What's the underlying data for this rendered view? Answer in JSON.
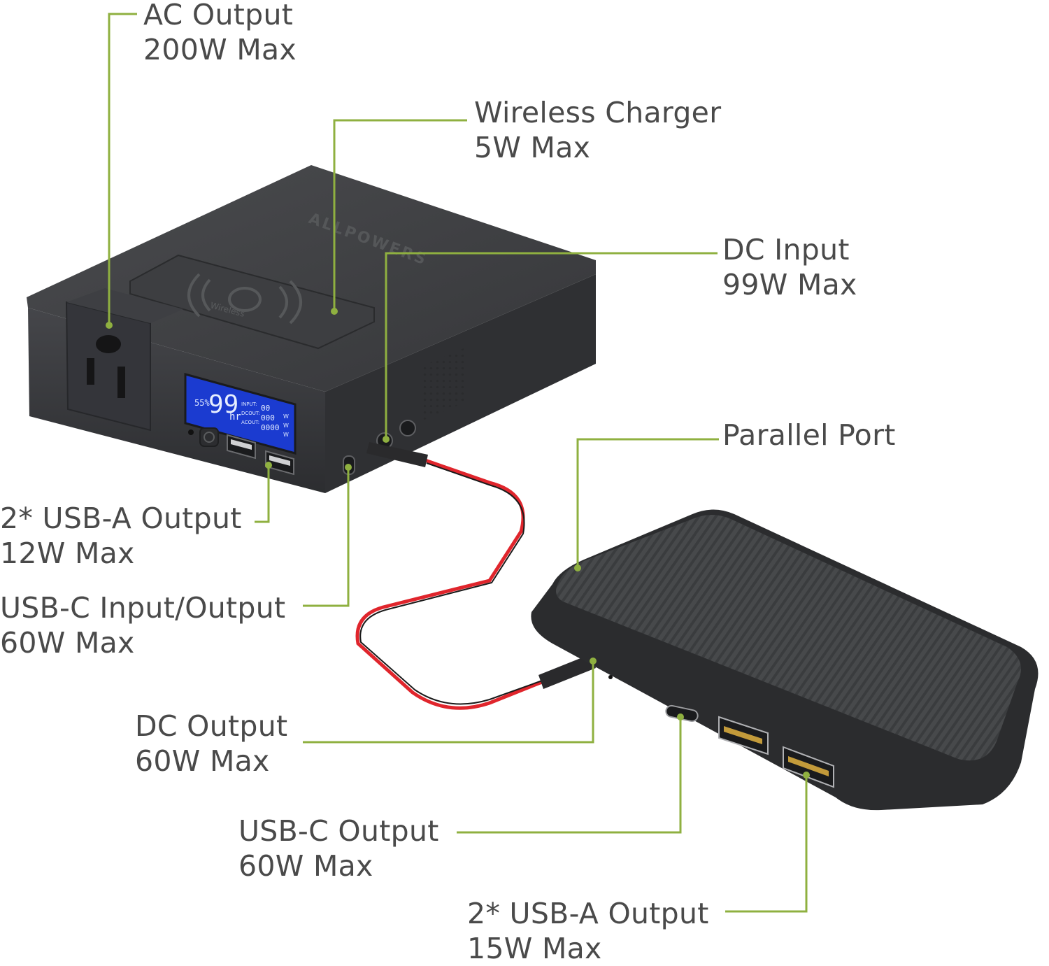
{
  "callouts": {
    "ac_output": {
      "name": "AC Output",
      "spec": "200W Max"
    },
    "wireless_charger": {
      "name": "Wireless Charger",
      "spec": "5W Max"
    },
    "dc_input": {
      "name": "DC Input",
      "spec": "99W Max"
    },
    "parallel_port": {
      "name": "Parallel Port"
    },
    "usb_a_output_main": {
      "name": "2* USB-A Output",
      "spec": "12W Max"
    },
    "usb_c_io": {
      "name": "USB-C Input/Output",
      "spec": "60W Max"
    },
    "dc_output": {
      "name": "DC Output",
      "spec": "60W Max"
    },
    "usb_c_output": {
      "name": "USB-C Output",
      "spec": "60W Max"
    },
    "usb_a_output_pack": {
      "name": "2* USB-A Output",
      "spec": "15W Max"
    }
  },
  "device": {
    "brand": "ALLPOWERS",
    "wireless_pad_text": "Wireless",
    "lcd": {
      "percent": "55%",
      "hours": "99",
      "hours_unit": "hr",
      "input_label": "INPUT:",
      "dcout_label": "DCOUT:",
      "acout_label": "ACOUT:",
      "input_value": "00",
      "dcout_value": "000",
      "acout_value": "0000",
      "unit": "W"
    }
  },
  "colors": {
    "leader": "#8fb040",
    "text": "#4a4a4a",
    "device_body": "#3a3b3d",
    "lcd_bg": "#2e4fd8",
    "cable_red": "#e0252c"
  }
}
